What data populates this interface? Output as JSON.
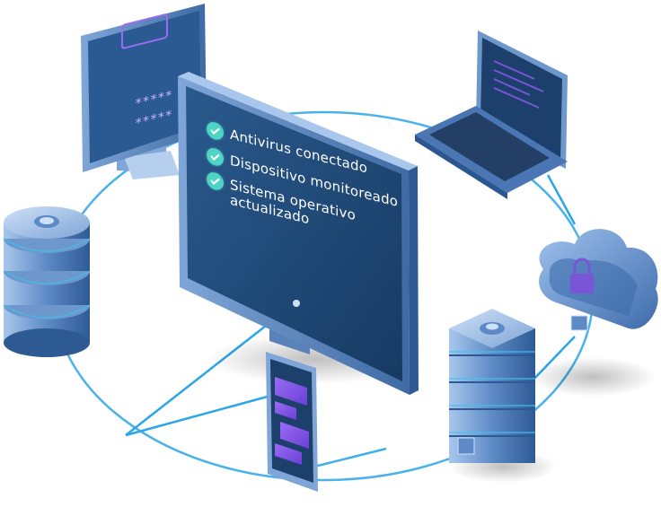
{
  "checklist": {
    "items": [
      {
        "label": "Antivirus conectado",
        "icon": "check-icon"
      },
      {
        "label": "Dispositivo monitoreado",
        "icon": "check-icon"
      },
      {
        "label": "Sistema operativo actualizado",
        "icon": "check-icon"
      }
    ]
  },
  "colors": {
    "screen": "#1f4a78",
    "frame": "#5b82b8",
    "network_line": "#2aa5e8",
    "accent_check": "#4fd3c4",
    "purple_ui": "#8a5cf0",
    "cloud_lock": "#7a55d8"
  },
  "icons": [
    "password-monitor-icon",
    "laptop-icon",
    "cloud-lock-icon",
    "server-rack-icon",
    "database-icon",
    "smartphone-chat-icon"
  ]
}
